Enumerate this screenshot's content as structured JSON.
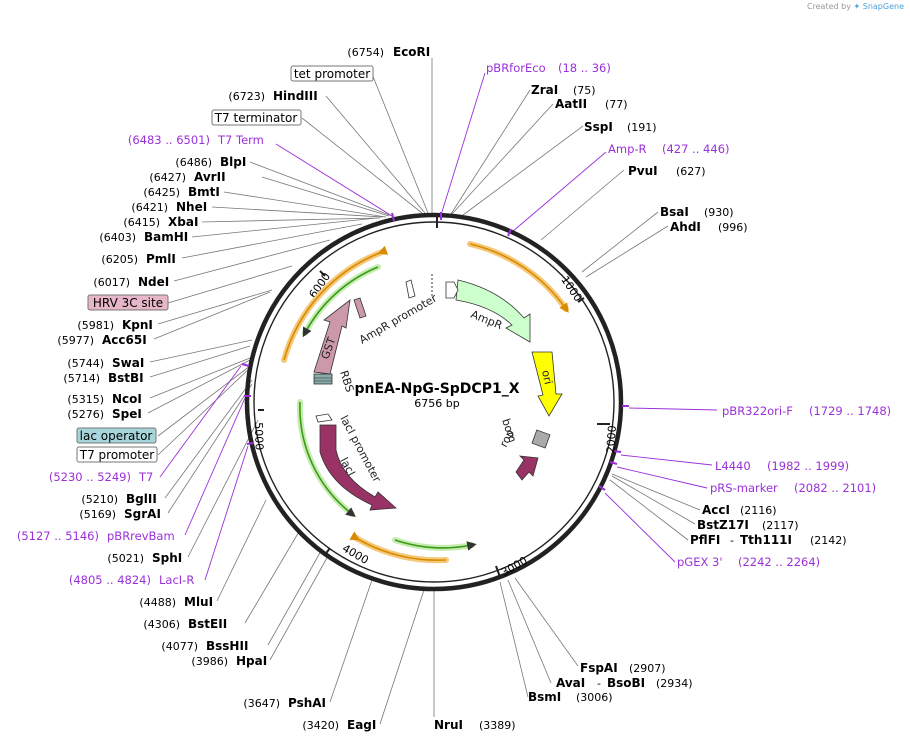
{
  "attribution": {
    "prefix": "Created by",
    "brand": "SnapGene"
  },
  "plasmid": {
    "name": "pnEA-NpG-SpDCP1_X",
    "length_label": "6756 bp"
  },
  "ticks": [
    "1000",
    "2000",
    "3000",
    "4000",
    "5000",
    "6000"
  ],
  "enzymes": [
    {
      "name": "EcoRI",
      "pos": "(6754)"
    },
    {
      "name": "ZraI",
      "pos": "(75)"
    },
    {
      "name": "AatII",
      "pos": "(77)"
    },
    {
      "name": "HindIII",
      "pos": "(6723)"
    },
    {
      "name": "SspI",
      "pos": "(191)"
    },
    {
      "name": "PvuI",
      "pos": "(627)"
    },
    {
      "name": "BlpI",
      "pos": "(6486)"
    },
    {
      "name": "AvrII",
      "pos": "(6427)"
    },
    {
      "name": "BmtI",
      "pos": "(6425)"
    },
    {
      "name": "NheI",
      "pos": "(6421)"
    },
    {
      "name": "XbaI",
      "pos": "(6415)"
    },
    {
      "name": "BamHI",
      "pos": "(6403)"
    },
    {
      "name": "BsaI",
      "pos": "(930)"
    },
    {
      "name": "AhdI",
      "pos": "(996)"
    },
    {
      "name": "PmlI",
      "pos": "(6205)"
    },
    {
      "name": "NdeI",
      "pos": "(6017)"
    },
    {
      "name": "KpnI",
      "pos": "(5981)"
    },
    {
      "name": "Acc65I",
      "pos": "(5977)"
    },
    {
      "name": "SwaI",
      "pos": "(5744)"
    },
    {
      "name": "BstBI",
      "pos": "(5714)"
    },
    {
      "name": "NcoI",
      "pos": "(5315)"
    },
    {
      "name": "SpeI",
      "pos": "(5276)"
    },
    {
      "name": "BglII",
      "pos": "(5210)"
    },
    {
      "name": "SgrAI",
      "pos": "(5169)"
    },
    {
      "name": "SphI",
      "pos": "(5021)"
    },
    {
      "name": "AccI",
      "pos": "(2116)"
    },
    {
      "name": "BstZ17I",
      "pos": "(2117)"
    },
    {
      "name": "PflFI",
      "pos": ""
    },
    {
      "name": "Tth111I",
      "pos": "(2142)"
    },
    {
      "name": "MluI",
      "pos": "(4488)"
    },
    {
      "name": "BstEII",
      "pos": "(4306)"
    },
    {
      "name": "BssHII",
      "pos": "(4077)"
    },
    {
      "name": "HpaI",
      "pos": "(3986)"
    },
    {
      "name": "PshAI",
      "pos": "(3647)"
    },
    {
      "name": "EagI",
      "pos": "(3420)"
    },
    {
      "name": "NruI",
      "pos": "(3389)"
    },
    {
      "name": "FspAI",
      "pos": "(2907)"
    },
    {
      "name": "AvaI",
      "pos": ""
    },
    {
      "name": "BsoBI",
      "pos": "(2934)"
    },
    {
      "name": "BsmI",
      "pos": "(3006)"
    }
  ],
  "primers": [
    {
      "name": "pBRforEco",
      "range": "(18 .. 36)"
    },
    {
      "name": "Amp-R",
      "range": "(427 .. 446)"
    },
    {
      "name": "T7 Term",
      "range": "(6483 .. 6501)"
    },
    {
      "name": "pBR322ori-F",
      "range": "(1729 .. 1748)"
    },
    {
      "name": "L4440",
      "range": "(1982 .. 1999)"
    },
    {
      "name": "pRS-marker",
      "range": "(2082 .. 2101)"
    },
    {
      "name": "pGEX 3'",
      "range": "(2242 .. 2264)"
    },
    {
      "name": "T7",
      "range": "(5230 .. 5249)"
    },
    {
      "name": "pBRrevBam",
      "range": "(5127 .. 5146)"
    },
    {
      "name": "LacI-R",
      "range": "(4805 .. 4824)"
    }
  ],
  "boxed_features": [
    {
      "name": "tet promoter"
    },
    {
      "name": "T7 terminator"
    },
    {
      "name": "HRV 3C site"
    },
    {
      "name": "lac operator"
    },
    {
      "name": "T7 promoter"
    }
  ],
  "inner_features": {
    "ampr_promoter": "AmpR promoter",
    "ampr": "AmpR",
    "ori": "ori",
    "bom": "bom",
    "rop": "rop",
    "laci_promoter": "lacI promoter",
    "laci": "lacI",
    "gst": "GST",
    "rbs": "RBS"
  },
  "colors": {
    "primer": "#9b30d9",
    "ampr_fill": "#ccffcc",
    "ori_fill": "#ffff00",
    "laci_fill": "#993366",
    "gst_fill": "#cc99aa",
    "rop_fill": "#993366",
    "bom_fill": "#aaaaaa",
    "orf_orange": "#f5b942",
    "orf_green": "#8fd16e",
    "hrv_box": "#e7b6c8",
    "lac_op_box": "#a6d6dc"
  }
}
